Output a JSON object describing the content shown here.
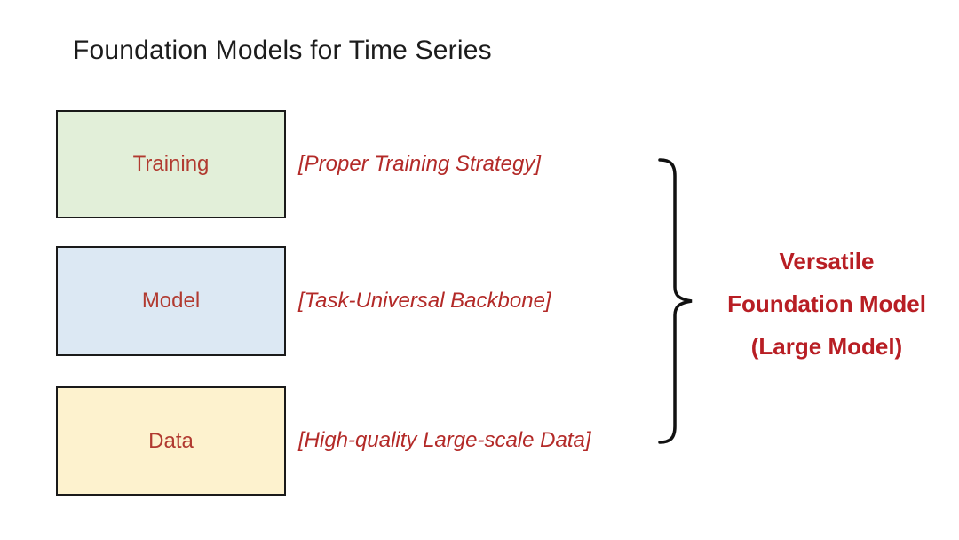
{
  "title": "Foundation Models for Time Series",
  "colors": {
    "background": "#ffffff",
    "title_text": "#1c1c1c",
    "box_border": "#1a1a1a",
    "label_red": "#b13a30",
    "annotation_red": "#b32a28",
    "result_red": "#b81e24",
    "brace_black": "#111111",
    "training_fill": "#e2efd9",
    "model_fill": "#dce8f3",
    "data_fill": "#fdf2ce"
  },
  "rows": [
    {
      "label": "Training",
      "annotation": "[Proper Training Strategy]"
    },
    {
      "label": "Model",
      "annotation": "[Task-Universal Backbone]"
    },
    {
      "label": "Data",
      "annotation": "[High-quality Large-scale Data]"
    }
  ],
  "result": {
    "lines": [
      "Versatile",
      "Foundation Model",
      "(Large Model)"
    ]
  },
  "icons": {
    "brace": "right-curly-brace"
  }
}
